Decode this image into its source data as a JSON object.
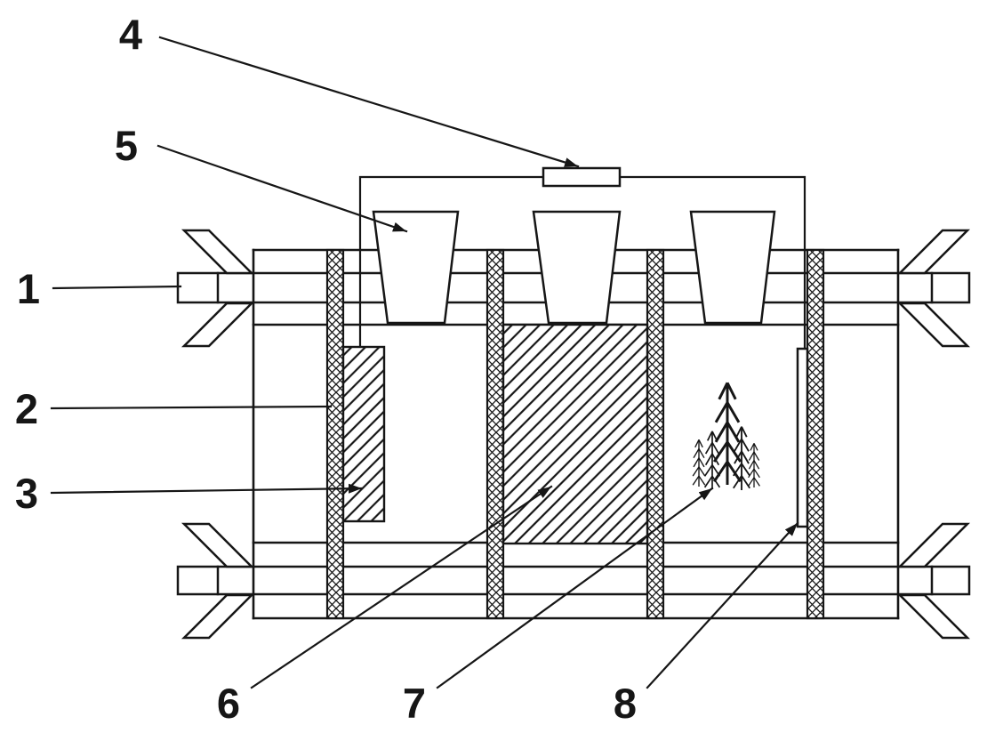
{
  "figure": {
    "kind": "technical-apparatus-diagram",
    "background_color": "#ffffff",
    "line_color": "#161616",
    "labels": [
      {
        "text": "1",
        "part": "clamping-rod-end"
      },
      {
        "text": "2",
        "part": "membrane-column"
      },
      {
        "text": "3",
        "part": "small-electrode"
      },
      {
        "text": "4",
        "part": "resistor"
      },
      {
        "text": "5",
        "part": "funnel"
      },
      {
        "text": "6",
        "part": "large-electrode"
      },
      {
        "text": "7",
        "part": "plants"
      },
      {
        "text": "8",
        "part": "side-plate"
      }
    ]
  }
}
